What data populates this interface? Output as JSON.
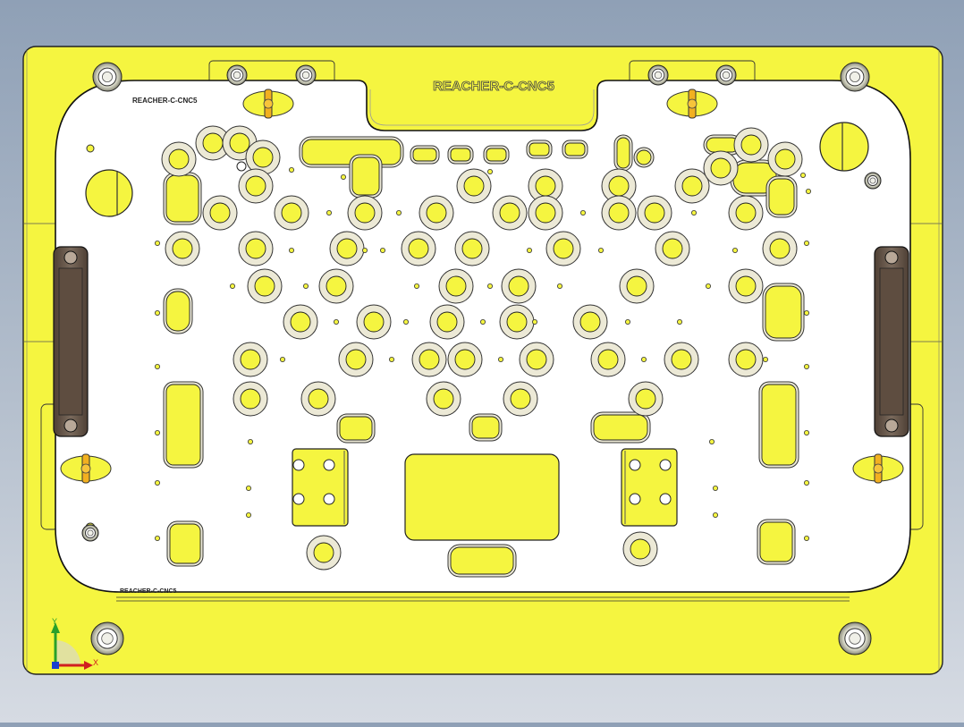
{
  "part_engraving_main": "REACHER-C-CNC5",
  "part_engraving_small": "REACHER-C-CNC5",
  "part_engraving_bottom": "REACHER-C-CNC5",
  "triad": {
    "x_label": "X",
    "y_label": "Y"
  },
  "colors": {
    "fixture_yellow": "#f5f540",
    "plate_white": "#ffffff",
    "handle_brown": "#6e5c4e",
    "pin_orange": "#f2b020",
    "background_top": "#8fa0b6",
    "background_bottom": "#d6dbe3"
  }
}
